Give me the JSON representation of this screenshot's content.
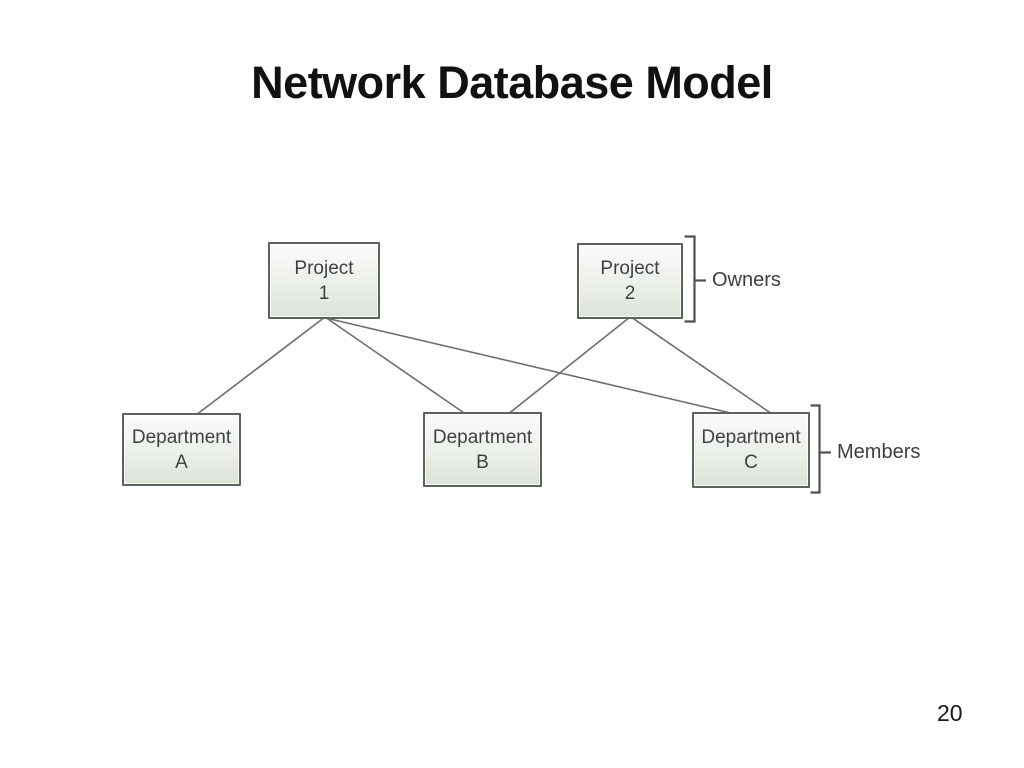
{
  "slide": {
    "title": "Network Database Model",
    "page_number": "20"
  },
  "diagram": {
    "nodes": {
      "project1": {
        "line1": "Project",
        "line2": "1"
      },
      "project2": {
        "line1": "Project",
        "line2": "2"
      },
      "departmentA": {
        "line1": "Department",
        "line2": "A"
      },
      "departmentB": {
        "line1": "Department",
        "line2": "B"
      },
      "departmentC": {
        "line1": "Department",
        "line2": "C"
      }
    },
    "brackets": {
      "owners": {
        "label": "Owners"
      },
      "members": {
        "label": "Members"
      }
    },
    "edges": [
      {
        "from": "Project 1",
        "to": "Department A"
      },
      {
        "from": "Project 1",
        "to": "Department B"
      },
      {
        "from": "Project 1",
        "to": "Department C"
      },
      {
        "from": "Project 2",
        "to": "Department B"
      },
      {
        "from": "Project 2",
        "to": "Department C"
      }
    ],
    "colors": {
      "background": "#ffffff",
      "title_text": "#111111",
      "box_border": "#5d625e",
      "box_fill_top": "#fbfcfa",
      "box_fill_bottom": "#dce3da",
      "box_text": "#3e4340",
      "connector": "#6e6e6e",
      "bracket": "#4d524e",
      "label_text": "#3c403d",
      "page_number_text": "#1a1a1a"
    }
  }
}
